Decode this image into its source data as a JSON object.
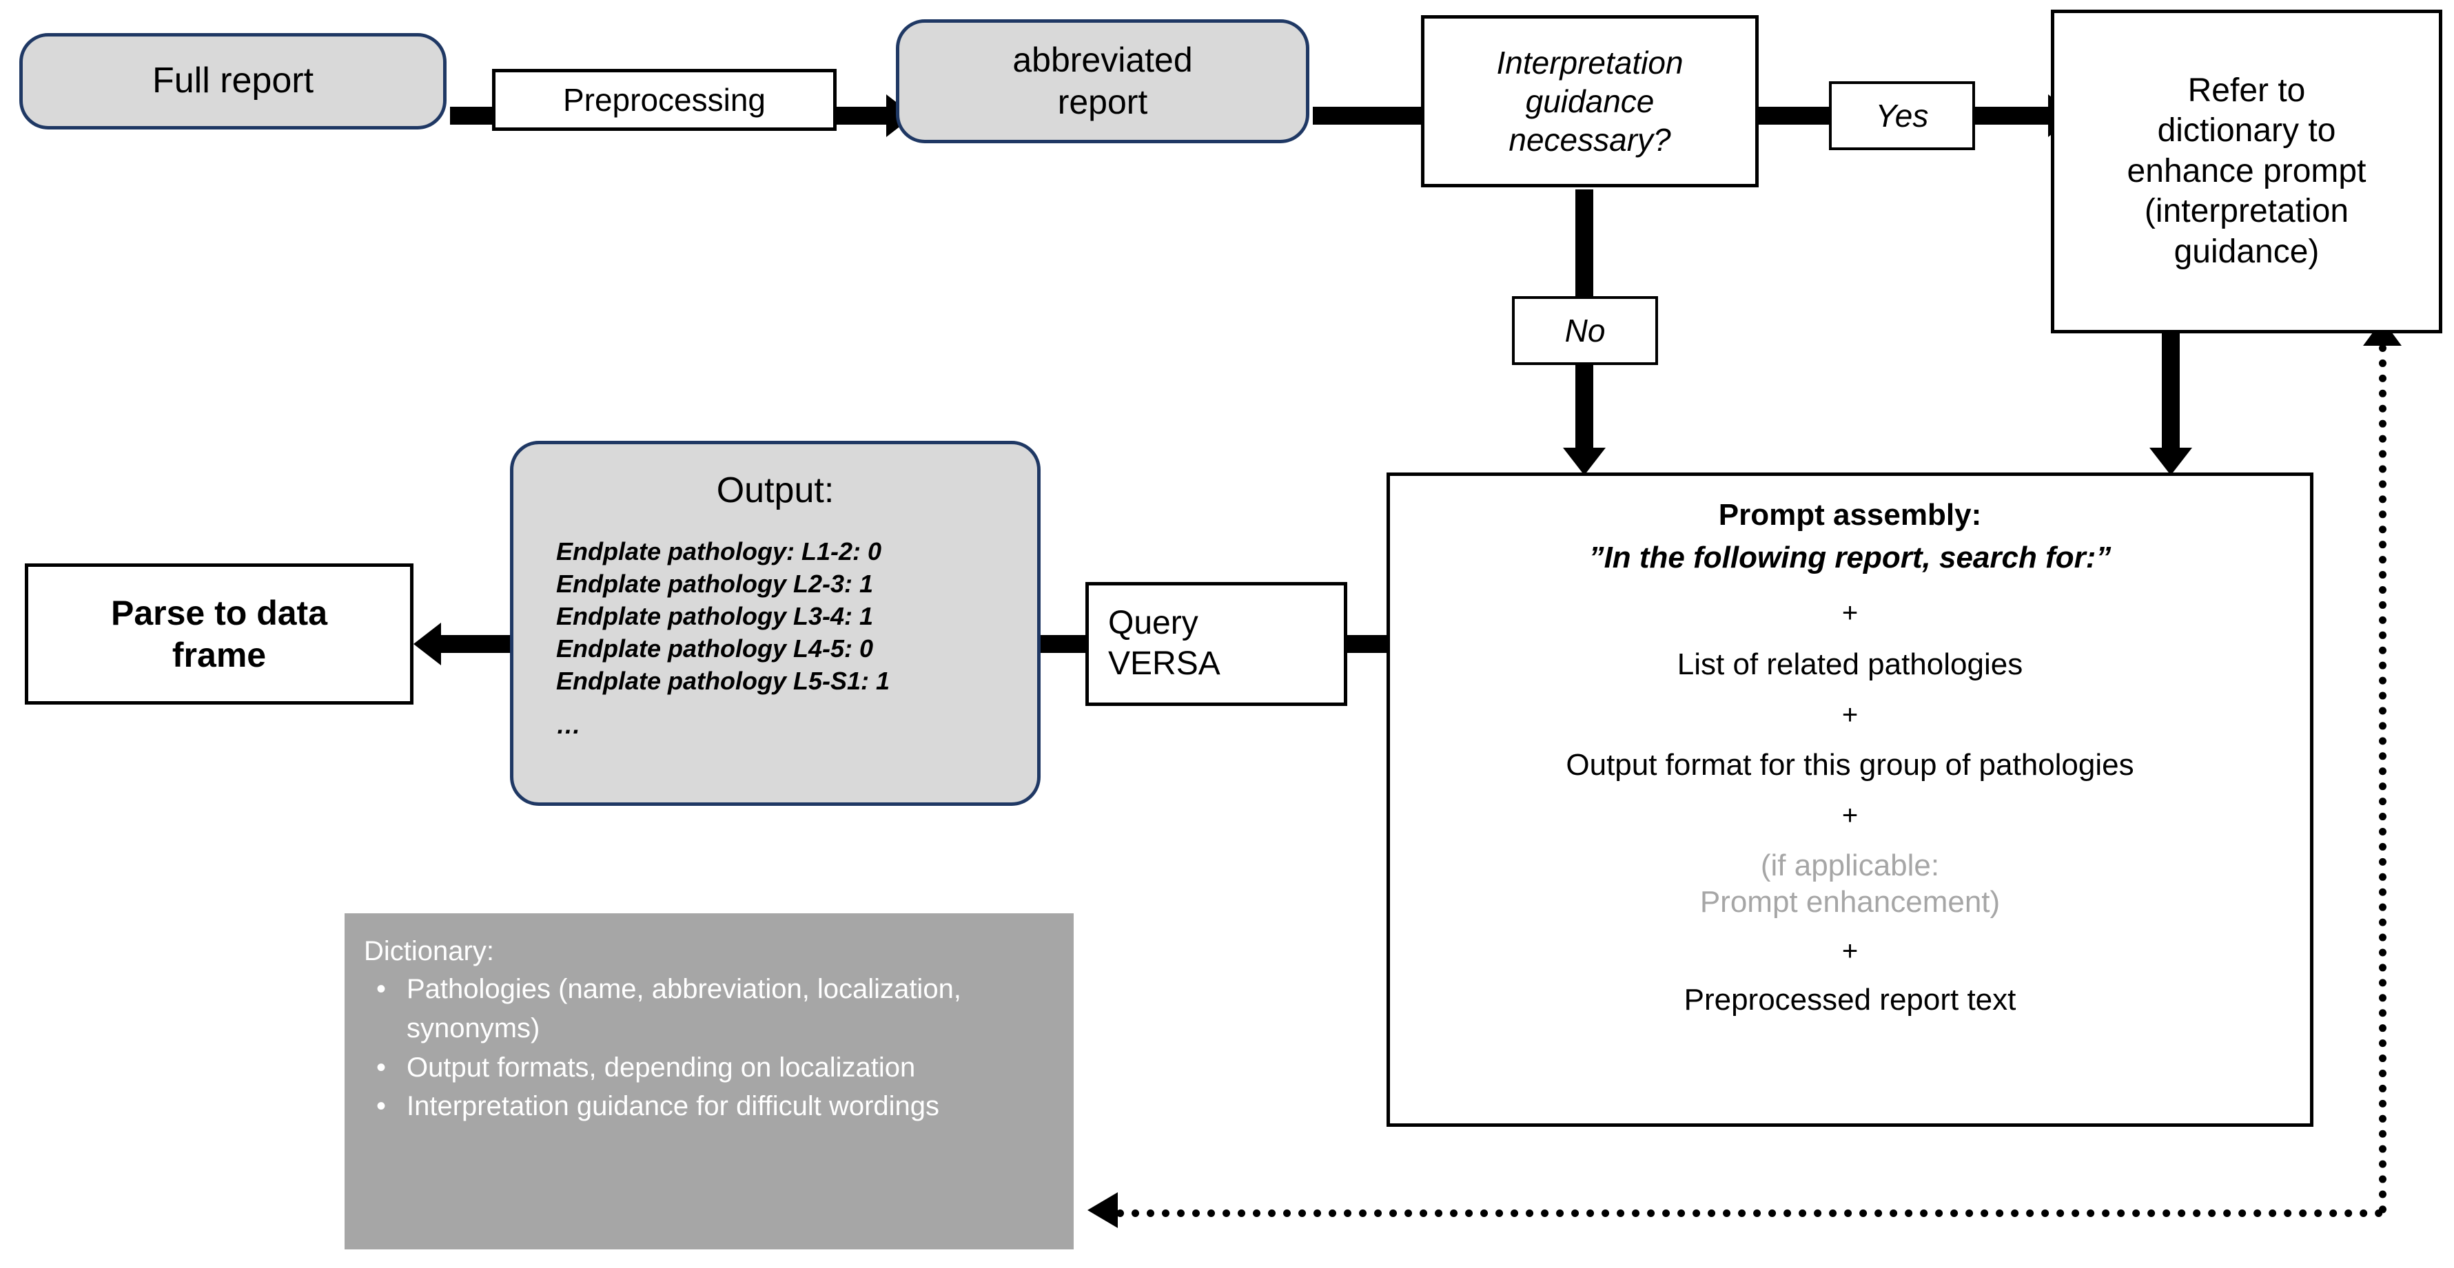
{
  "nodes": {
    "full_report": {
      "label": "Full report"
    },
    "preprocessing": {
      "label": "Preprocessing"
    },
    "abbreviated_report": {
      "line1": "abbreviated",
      "line2": "report"
    },
    "decision": {
      "line1": "Interpretation",
      "line2": "guidance",
      "line3": "necessary?"
    },
    "yes_label": {
      "label": "Yes"
    },
    "no_label": {
      "label": "No"
    },
    "refer_dictionary": {
      "line1": "Refer to",
      "line2": "dictionary to",
      "line3": "enhance prompt",
      "line4": "(interpretation",
      "line5": "guidance)"
    },
    "prompt_assembly": {
      "title": "Prompt assembly:",
      "quote": "”In the following report, search for:”",
      "plus1": "+",
      "item1": "List of related pathologies",
      "plus2": "+",
      "item2": "Output format for this group of pathologies",
      "plus3": "+",
      "optional_line1": "(if applicable:",
      "optional_line2": "Prompt enhancement)",
      "plus4": "+",
      "item3": "Preprocessed report text"
    },
    "query_versa": {
      "line1": "Query",
      "line2": "VERSA"
    },
    "output": {
      "title": "Output:",
      "lines": [
        "Endplate pathology: L1-2: 0",
        "Endplate pathology L2-3: 1",
        "Endplate pathology L3-4: 1",
        "Endplate pathology L4-5: 0",
        "Endplate pathology L5-S1: 1"
      ],
      "ellipsis": "…"
    },
    "parse_to_data_frame": {
      "line1": "Parse to data",
      "line2": "frame"
    },
    "dictionary": {
      "title": "Dictionary:",
      "bullet": "•",
      "items": [
        "Pathologies (name, abbreviation, localization, synonyms)",
        "Output formats, depending on localization",
        "Interpretation guidance for difficult wordings"
      ]
    }
  },
  "colors": {
    "rounded_fill": "#d9d9d9",
    "rounded_border": "#1f3864",
    "panel_fill": "#a6a6a6",
    "panel_text": "#ffffff",
    "optional_text": "#a6a6a6",
    "stroke": "#000000"
  }
}
